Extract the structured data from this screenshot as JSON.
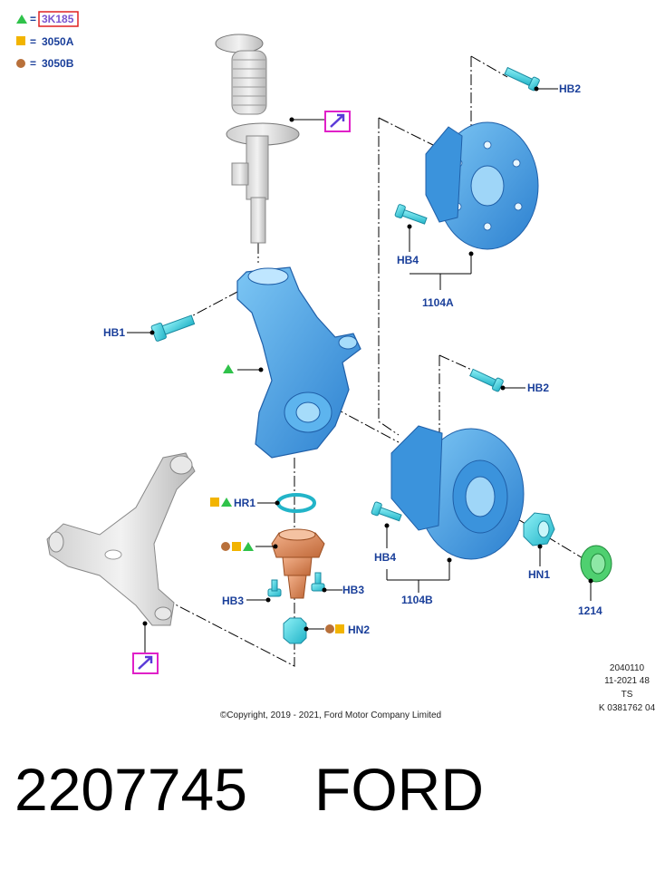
{
  "legend": [
    {
      "symbol": "green-triangle",
      "eq": "=",
      "code": "3K185",
      "highlighted": true
    },
    {
      "symbol": "orange-square",
      "eq": "=",
      "code": "3050A",
      "highlighted": false
    },
    {
      "symbol": "brown-circle",
      "eq": "=",
      "code": "3050B",
      "highlighted": false
    }
  ],
  "labels": {
    "hb2_top": "HB2",
    "hb4_top": "HB4",
    "part_1104a": "1104A",
    "hb1": "HB1",
    "hb2_mid": "HB2",
    "hr1": "HR1",
    "hb4_bottom": "HB4",
    "hn1": "HN1",
    "part_1214": "1214",
    "part_1104b": "1104B",
    "hb3_left": "HB3",
    "hb3_right": "HB3",
    "hn2": "HN2"
  },
  "meta": {
    "line1": "2040110",
    "line2": "11-2021 48",
    "line3": "TS",
    "line4": "K 0381762 04"
  },
  "copyright": "©Copyright, 2019 - 2021, Ford Motor Company Limited",
  "part_number": "2207745",
  "brand": "FORD",
  "colors": {
    "label_blue": "#1a3f9a",
    "part_blue": "#4aa8e8",
    "part_cyan": "#4fd8e6",
    "ball_joint_copper": "#d88a5a",
    "green": "#2fc24a",
    "orange": "#f2b400",
    "brown": "#b8703a",
    "magenta": "#e020c8",
    "highlight_red": "#e02020"
  }
}
